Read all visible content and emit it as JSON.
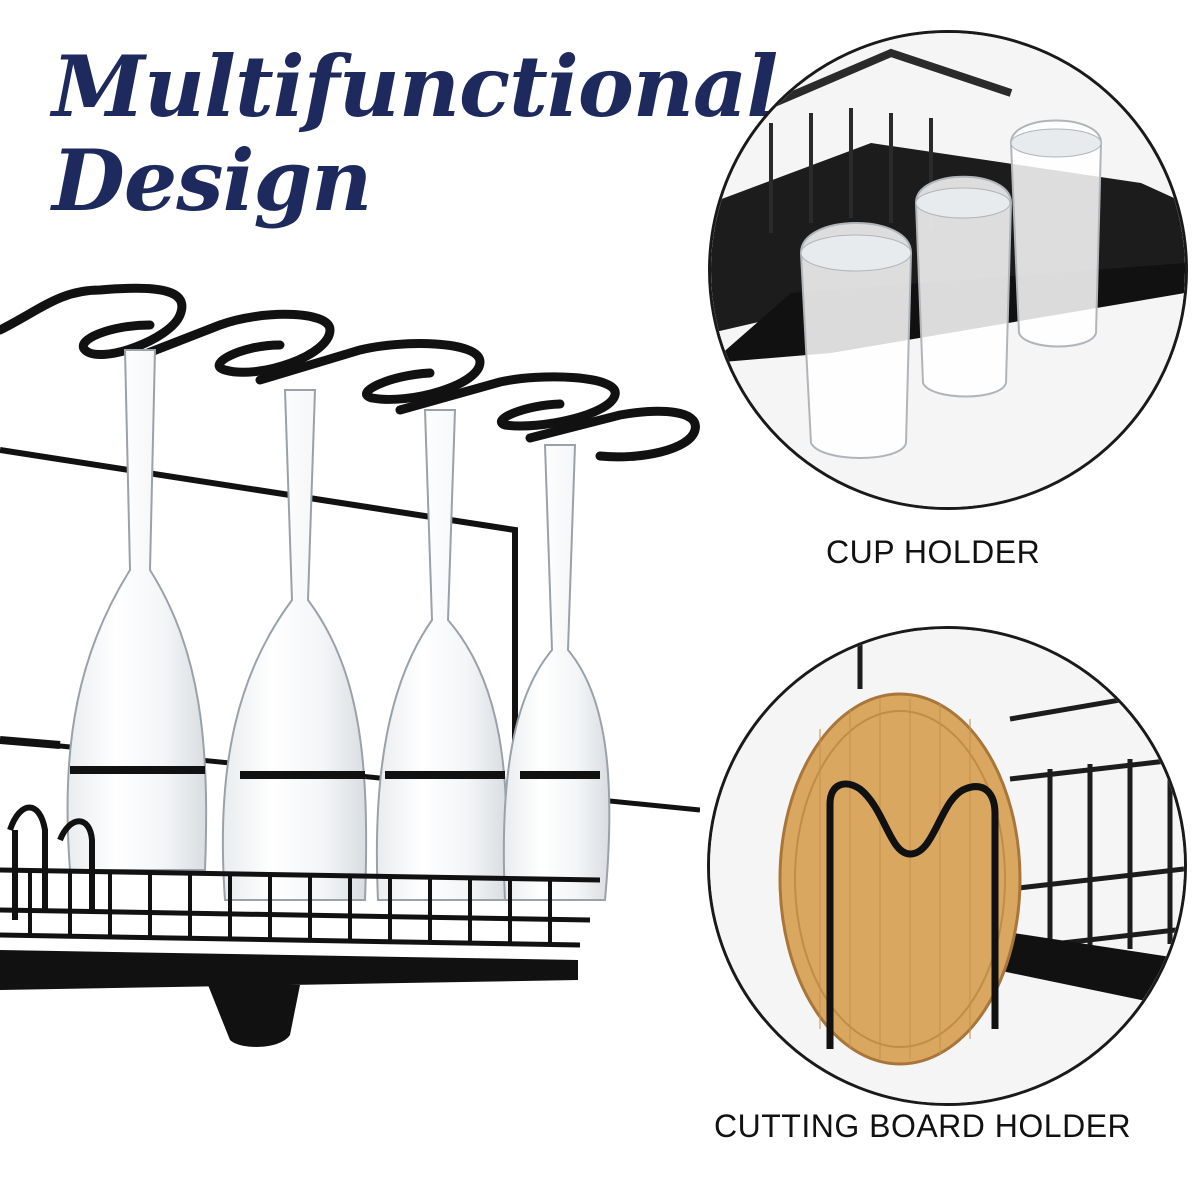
{
  "headline": {
    "line1": "Multifunctional",
    "line2": "Design",
    "color": "#1e2a5e"
  },
  "insets": [
    {
      "caption": "CUP HOLDER"
    },
    {
      "caption": "CUTTING BOARD HOLDER"
    }
  ]
}
